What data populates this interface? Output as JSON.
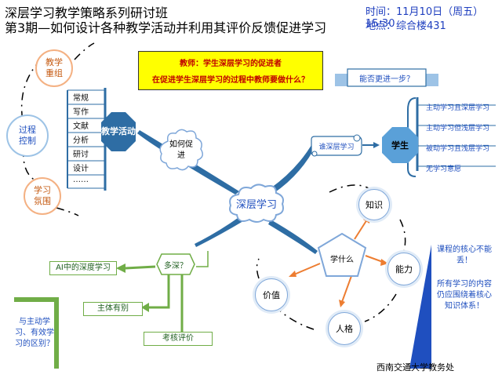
{
  "header": {
    "title_line1": "深层学习教学策略系列研讨班",
    "title_line2": "第3期—如何设计各种教学活动并利用其评价反馈促进学习",
    "time_label": "时间：11月10日（周五）15:30",
    "place_label": "地点：综合楼431"
  },
  "alert": {
    "line1": "教师：学生深层学习的促进者",
    "line2": "在促进学生深层学习的过程中教师要做什么？"
  },
  "left_cycle": {
    "top": "教学重组",
    "middle": "过程控制",
    "bottom": "学习氛围"
  },
  "methods": [
    "常规",
    "写作",
    "文献",
    "分析",
    "研讨",
    "设计",
    "……"
  ],
  "teaching_activity": "教学活动",
  "how_promote": "如何促进",
  "center": "深层学习",
  "scroll_label": "谁深层学习",
  "student": "学生",
  "further": "能否更进一步？",
  "student_types": [
    "主动学习且深层学习",
    "主动学习但浅层学习",
    "被动学习且浅层学习",
    "无学习意愿"
  ],
  "green_branch": {
    "root": "多深？",
    "items": [
      "AI中的深度学习",
      "主体有别",
      "考核评价"
    ],
    "question": "与主动学习、有效学习的区别？"
  },
  "learn_what": {
    "root": "学什么",
    "items": [
      "知识",
      "能力",
      "人格",
      "价值"
    ]
  },
  "core_note": {
    "line1": "课程的核心不能丢！",
    "line2": "所有学习的内容仍应围绕着核心知识体系！"
  },
  "footer": "西南交通大学教务处",
  "colors": {
    "blue": "#1f4fbf",
    "orange": "#ed7d31",
    "green": "#70ad47",
    "alert_bg": "#ffff00",
    "alert_text": "#c00000",
    "hex_fill": "#2e6da4"
  }
}
